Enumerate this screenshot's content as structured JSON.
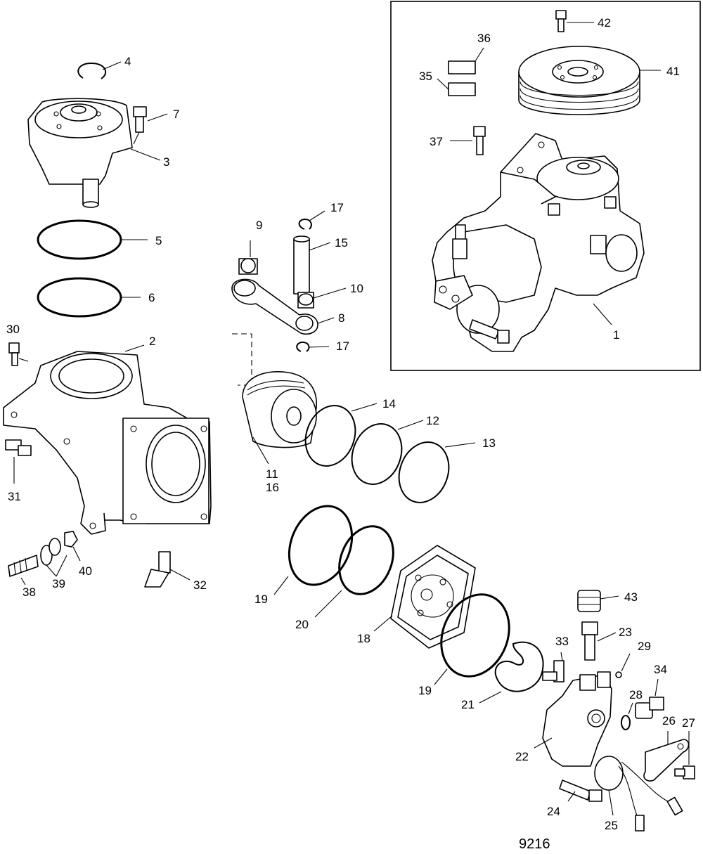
{
  "figure_code": "9216",
  "callouts": {
    "c1": "1",
    "c2": "2",
    "c3": "3",
    "c4": "4",
    "c5": "5",
    "c6": "6",
    "c7": "7",
    "c8": "8",
    "c9": "9",
    "c10": "10",
    "c11": "11",
    "c12": "12",
    "c13": "13",
    "c14": "14",
    "c15": "15",
    "c16": "16",
    "c17a": "17",
    "c17b": "17",
    "c18": "18",
    "c19a": "19",
    "c19b": "19",
    "c20": "20",
    "c21": "21",
    "c22": "22",
    "c23": "23",
    "c24": "24",
    "c25": "25",
    "c26": "26",
    "c27": "27",
    "c28": "28",
    "c29": "29",
    "c30": "30",
    "c31": "31",
    "c32": "32",
    "c33": "33",
    "c34": "34",
    "c35": "35",
    "c36": "36",
    "c37": "37",
    "c38": "38",
    "c39": "39",
    "c40": "40",
    "c41": "41",
    "c42": "42",
    "c43": "43"
  },
  "colors": {
    "line": "#000000",
    "background": "#ffffff"
  }
}
